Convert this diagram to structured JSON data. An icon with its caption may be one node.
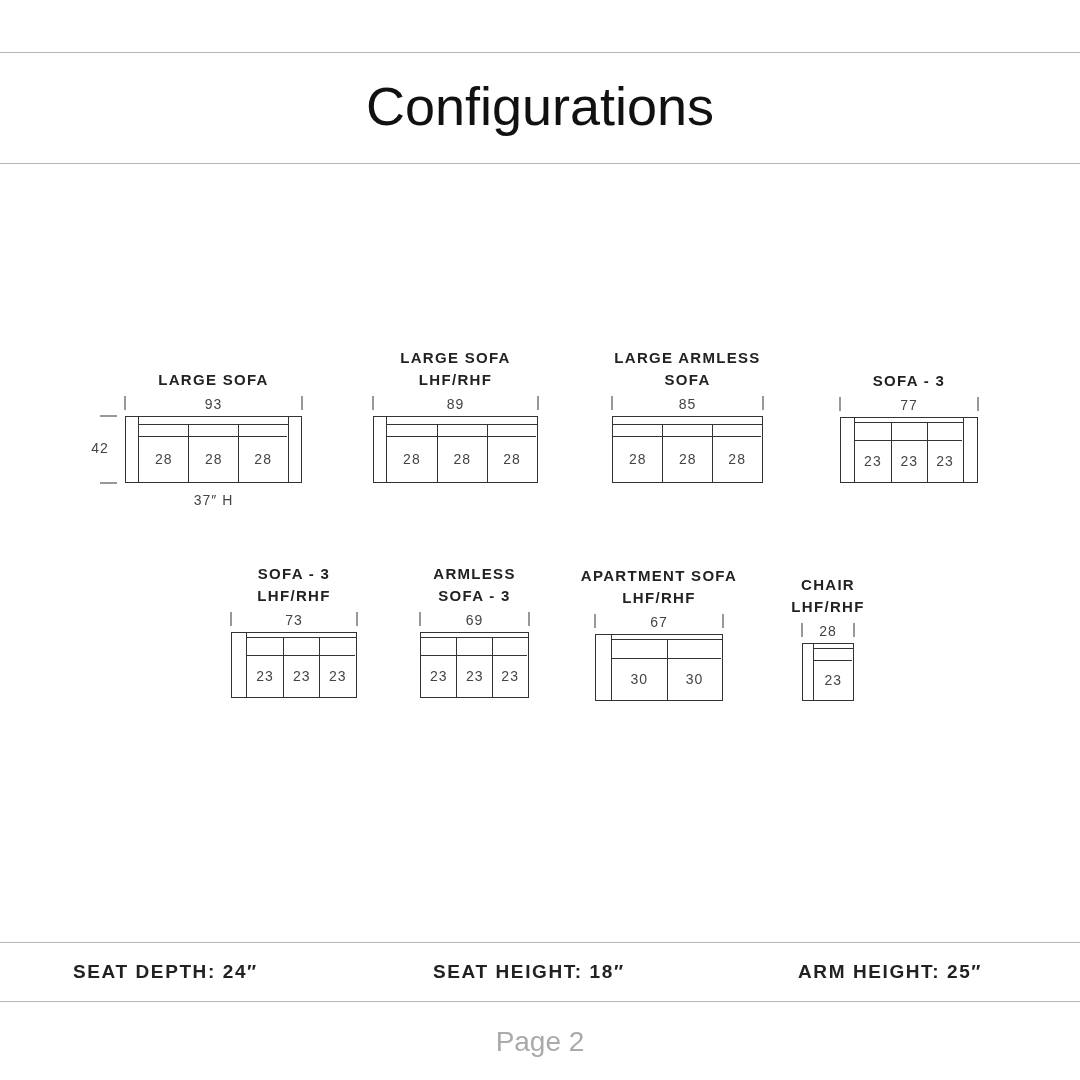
{
  "diagram": {
    "title": "Configurations",
    "nodes": [
      {
        "text": [
          "LARGE SOFA"
        ],
        "beside": [
          "93",
          "42",
          "37″ H"
        ]
      },
      {
        "text": [
          "28"
        ],
        "in": 0
      },
      {
        "text": [
          "28"
        ],
        "in": 0
      },
      {
        "text": [
          "28"
        ],
        "in": 0
      },
      {
        "text": [
          "LARGE SOFA LHF/RHF"
        ],
        "beside": [
          "89"
        ]
      },
      {
        "text": [
          "28"
        ],
        "in": 4
      },
      {
        "text": [
          "28"
        ],
        "in": 4
      },
      {
        "text": [
          "28"
        ],
        "in": 4
      },
      {
        "text": [
          "LARGE ARMLESS SOFA"
        ],
        "beside": [
          "85"
        ]
      },
      {
        "text": [
          "28"
        ],
        "in": 8
      },
      {
        "text": [
          "28"
        ],
        "in": 8
      },
      {
        "text": [
          "28"
        ],
        "in": 8
      },
      {
        "text": [
          "SOFA - 3"
        ],
        "beside": [
          "77"
        ]
      },
      {
        "text": [
          "23"
        ],
        "in": 12
      },
      {
        "text": [
          "23"
        ],
        "in": 12
      },
      {
        "text": [
          "23"
        ],
        "in": 12
      },
      {
        "text": [
          "SOFA - 3 LHF/RHF"
        ],
        "beside": [
          "73"
        ]
      },
      {
        "text": [
          "23"
        ],
        "in": 16
      },
      {
        "text": [
          "23"
        ],
        "in": 16
      },
      {
        "text": [
          "23"
        ],
        "in": 16
      },
      {
        "text": [
          "ARMLESS SOFA - 3"
        ],
        "beside": [
          "69"
        ]
      },
      {
        "text": [
          "23"
        ],
        "in": 20
      },
      {
        "text": [
          "23"
        ],
        "in": 20
      },
      {
        "text": [
          "23"
        ],
        "in": 20
      },
      {
        "text": [
          "APARTMENT SOFA LHF/RHF"
        ],
        "beside": [
          "67"
        ]
      },
      {
        "text": [
          "30"
        ],
        "in": 24
      },
      {
        "text": [
          "30"
        ],
        "in": 24
      },
      {
        "text": [
          "CHAIR LHF/RHF"
        ],
        "beside": [
          "28"
        ]
      },
      {
        "text": [
          "23"
        ],
        "in": 27
      }
    ],
    "labels": [
      "SEAT DEPTH: 24″",
      "SEAT HEIGHT: 18″",
      "ARM HEIGHT: 25″",
      "Page 2"
    ]
  }
}
